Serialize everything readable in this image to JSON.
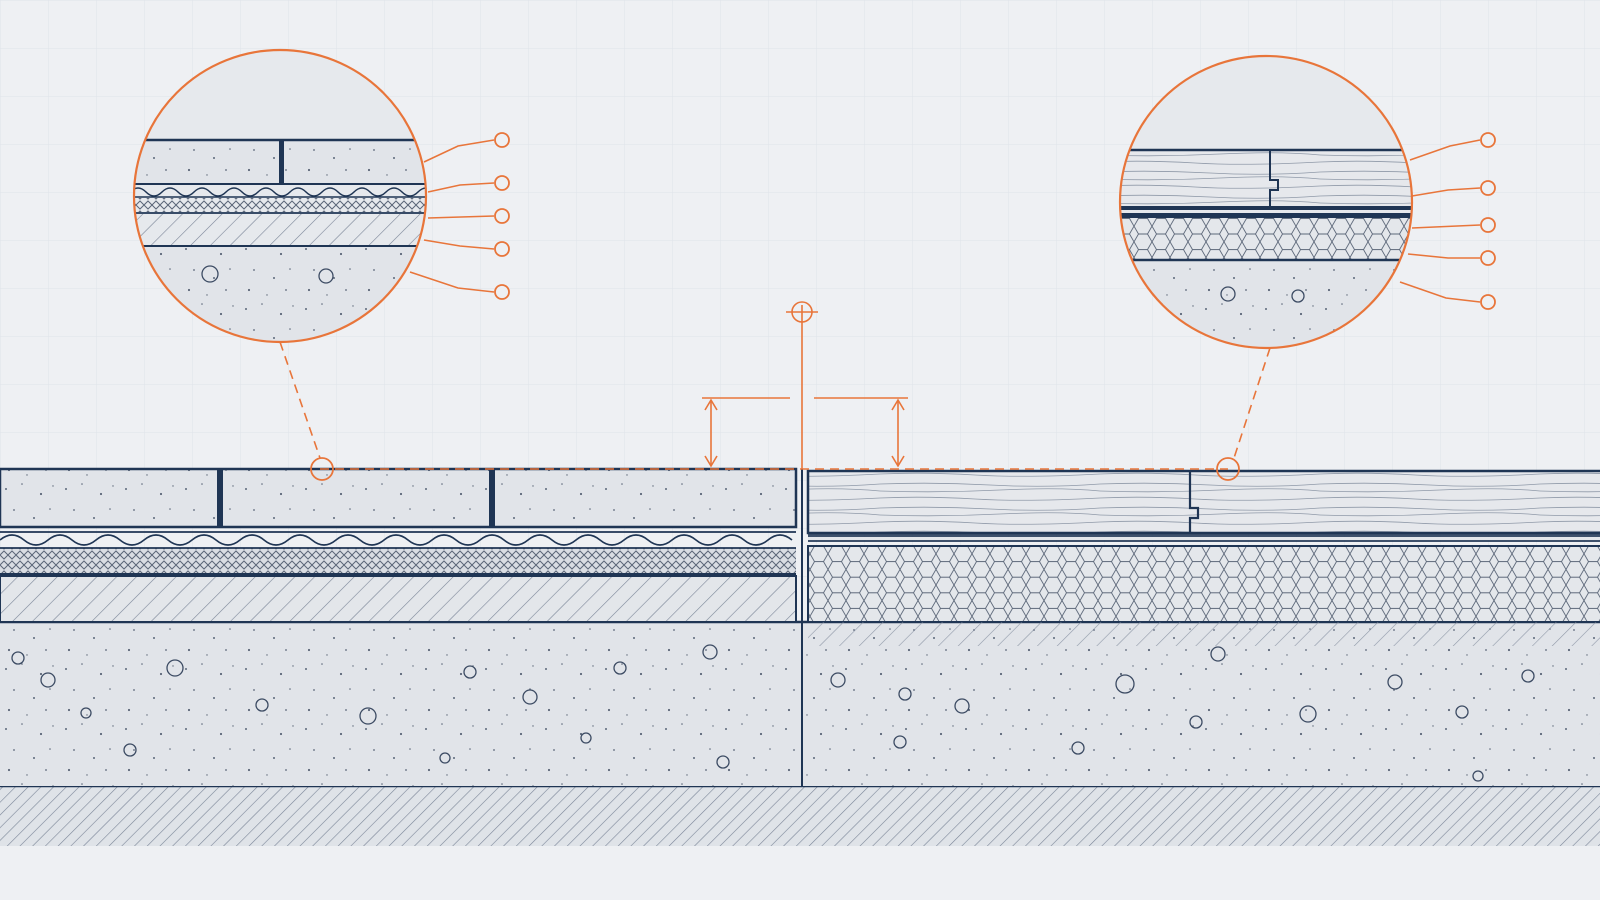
{
  "diagram": {
    "kind": "floor-transition-section",
    "left_assembly": {
      "name": "tile-floor",
      "layers": [
        "tile",
        "uncoupling-membrane",
        "adhesive-mortar",
        "screed",
        "concrete-slab"
      ]
    },
    "right_assembly": {
      "name": "wood-floor",
      "layers": [
        "wood-plank",
        "underlay",
        "foam-insulation",
        "screed",
        "concrete-slab"
      ]
    },
    "callout_marker_count_left": 5,
    "callout_marker_count_right": 5,
    "colors": {
      "background": "#eef0f3",
      "grid": "#dfe3e9",
      "line": "#1f3554",
      "accent": "#e8753a",
      "fill": "#dde1e7",
      "hatch": "#7a8597"
    }
  }
}
